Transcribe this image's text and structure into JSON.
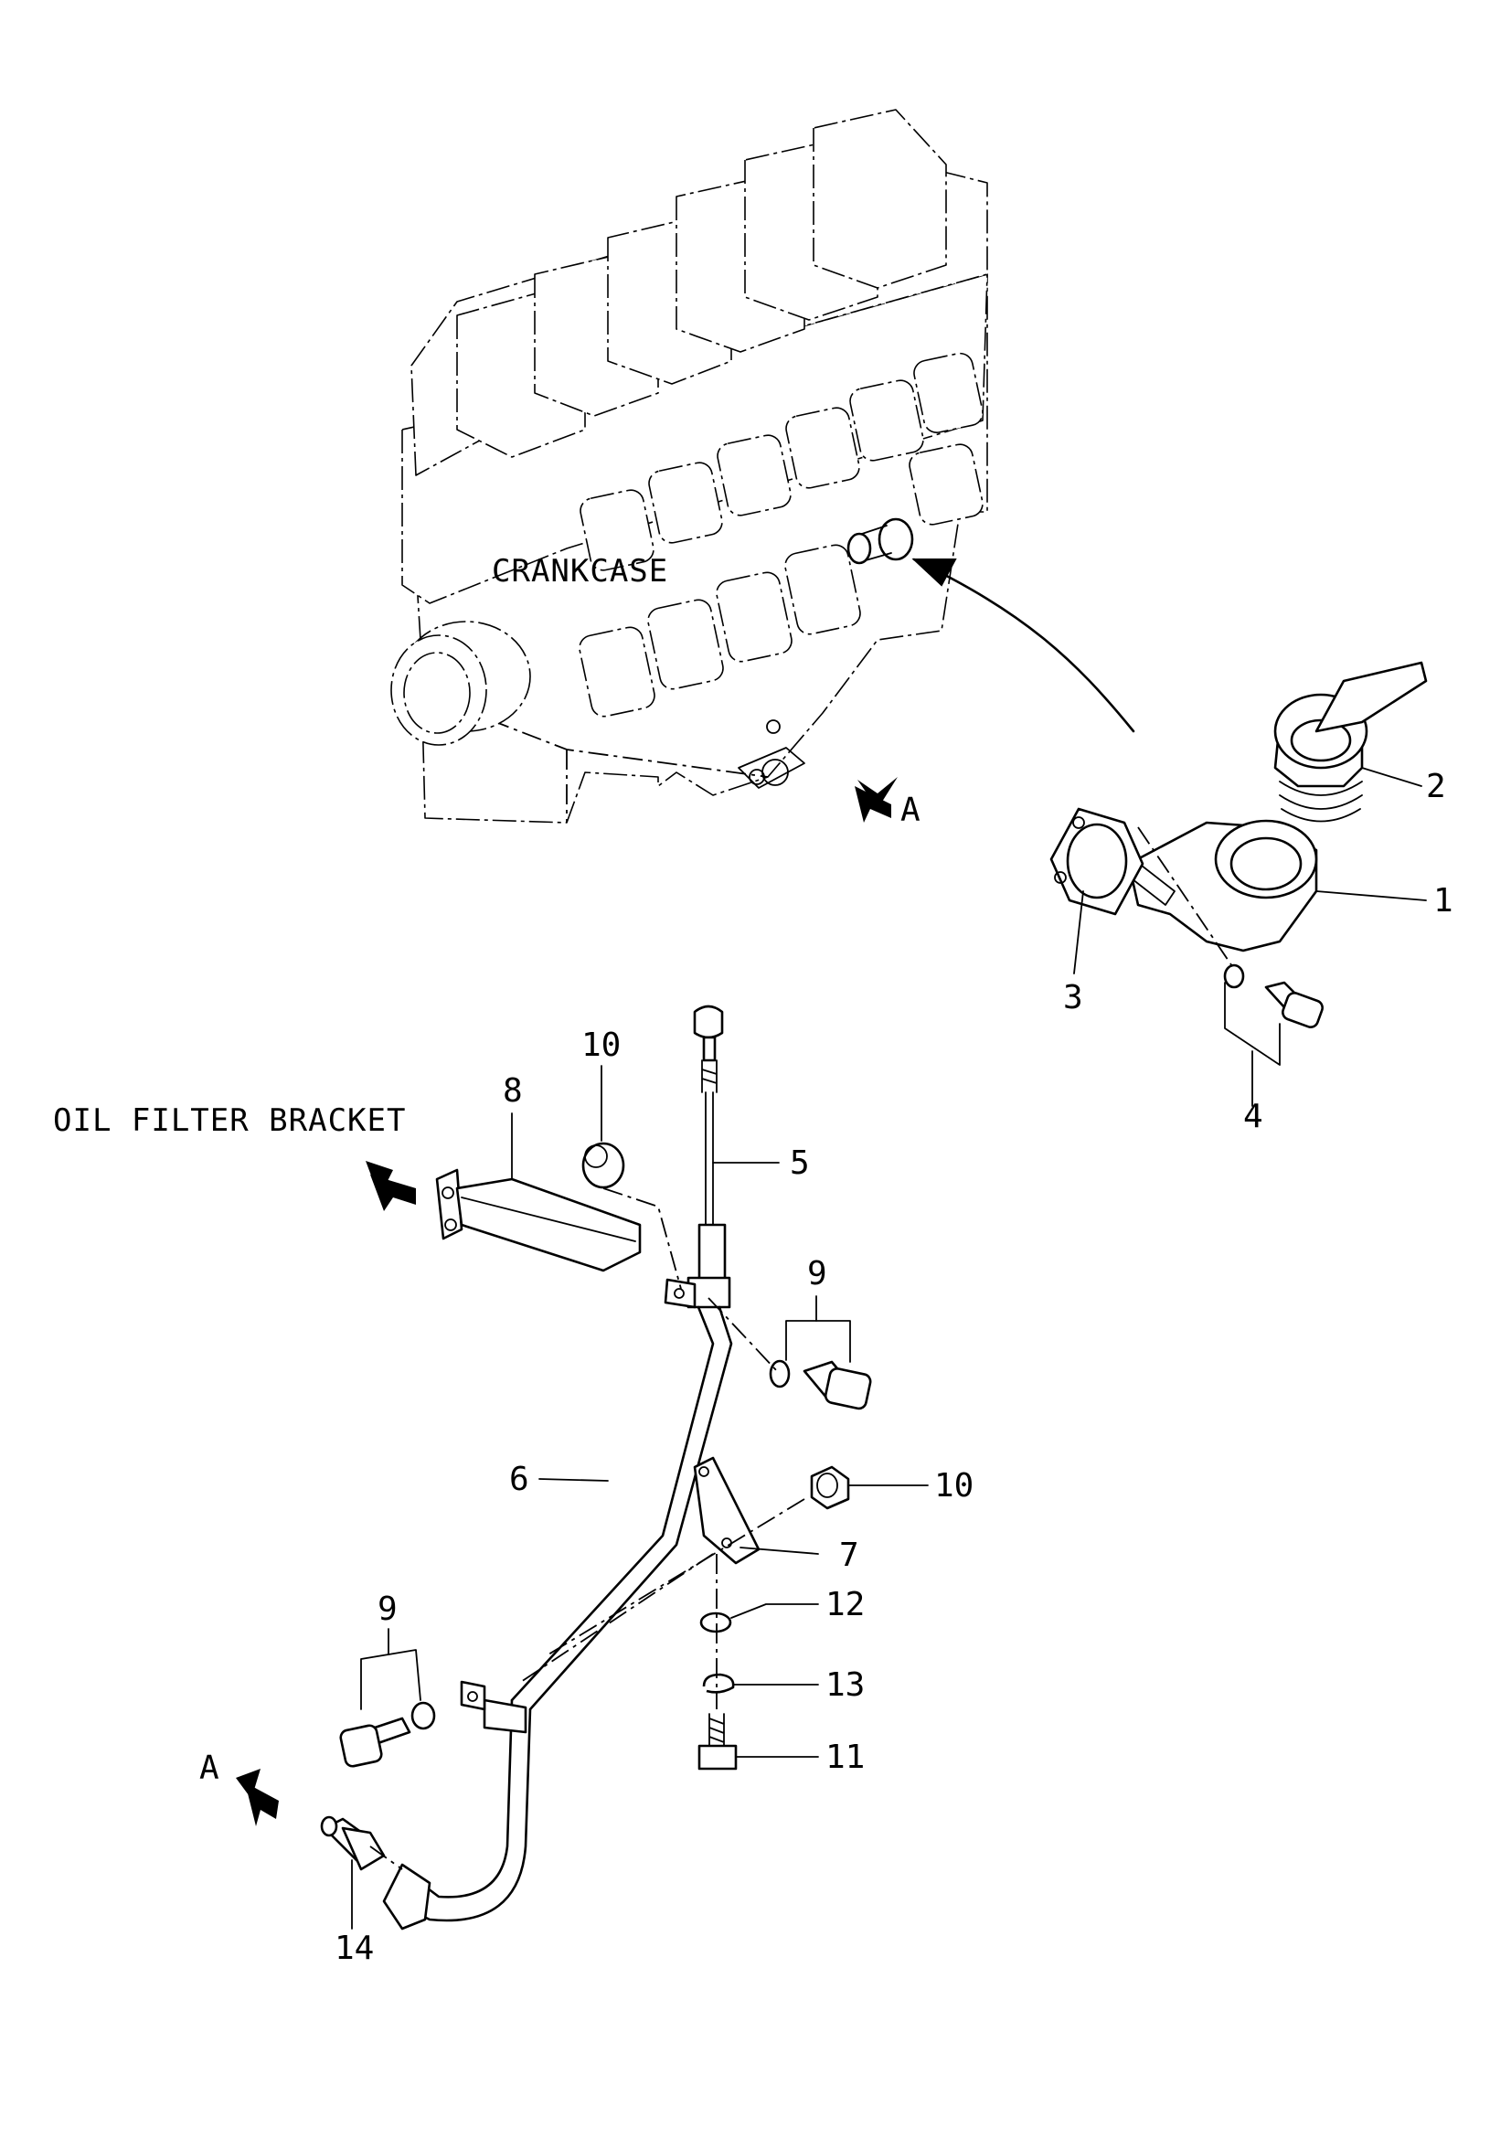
{
  "labels": {
    "crankcase": "CRANKCASE",
    "oil_filter_bracket": "OIL FILTER BRACKET",
    "view_a_top": "A",
    "view_a_bottom": "A"
  },
  "callouts": {
    "p1": "1",
    "p2": "2",
    "p3": "3",
    "p4": "4",
    "p5": "5",
    "p6": "6",
    "p7": "7",
    "p8": "8",
    "p9a": "9",
    "p9b": "9",
    "p10a": "10",
    "p10b": "10",
    "p11": "11",
    "p12": "12",
    "p13": "13",
    "p14": "14"
  }
}
